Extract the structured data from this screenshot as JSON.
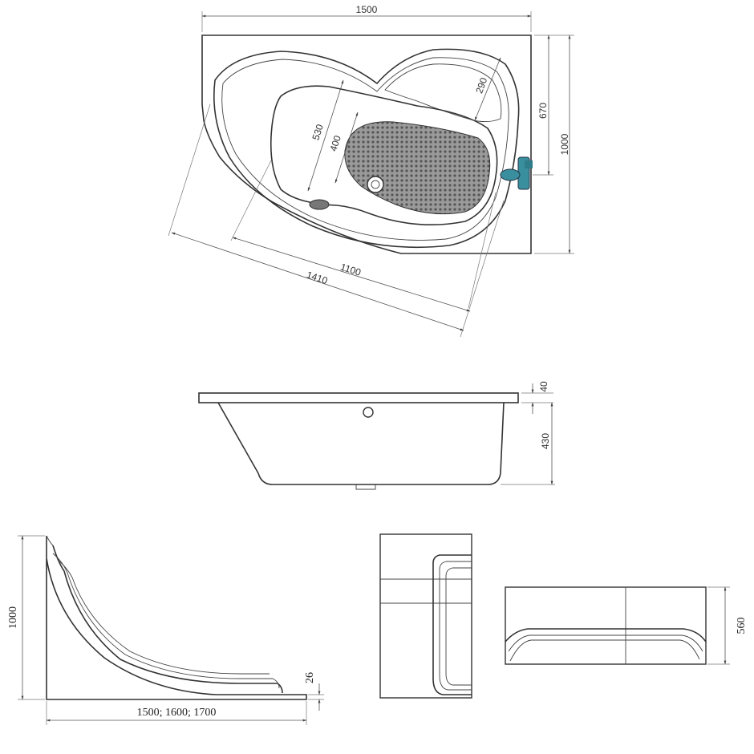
{
  "top_view": {
    "width_label": "1500",
    "depth_label": "1000",
    "seat_depth_label": "670",
    "outer_length_label": "1410",
    "inner_length_label": "1100",
    "basin_width_label": "530",
    "floor_width_label": "400",
    "headrest_label": "290"
  },
  "side_view": {
    "rim_label": "40",
    "height_label": "430"
  },
  "panel_view": {
    "height_label": "1000",
    "lengths_label": "1500; 1600; 1700",
    "lip_label": "26"
  },
  "front_panel_view": {
    "height_label": "560"
  },
  "colors": {
    "faucet": "#3a8f9f",
    "mat": "#8a8a8a"
  }
}
